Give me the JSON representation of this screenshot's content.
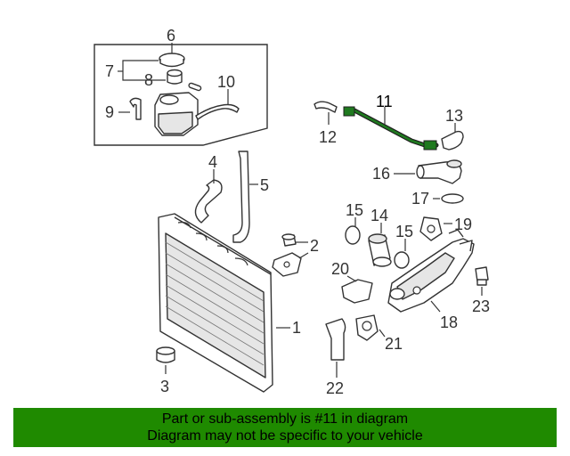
{
  "callouts": {
    "c1": "1",
    "c2": "2",
    "c3": "3",
    "c4": "4",
    "c5": "5",
    "c6": "6",
    "c7": "7",
    "c8": "8",
    "c9": "9",
    "c10": "10",
    "c11": "11",
    "c12": "12",
    "c13": "13",
    "c14": "14",
    "c15a": "15",
    "c15b": "15",
    "c16": "16",
    "c17": "17",
    "c18": "18",
    "c19": "19",
    "c20": "20",
    "c21": "21",
    "c22": "22",
    "c23": "23"
  },
  "highlight_part": "11",
  "colors": {
    "highlight": "#1f7a1f",
    "footer_bg": "#1f8a00",
    "line": "#333333"
  },
  "footer": {
    "line1": "Part or sub-assembly is #11 in diagram",
    "line2": "Diagram may not be specific to your vehicle"
  }
}
